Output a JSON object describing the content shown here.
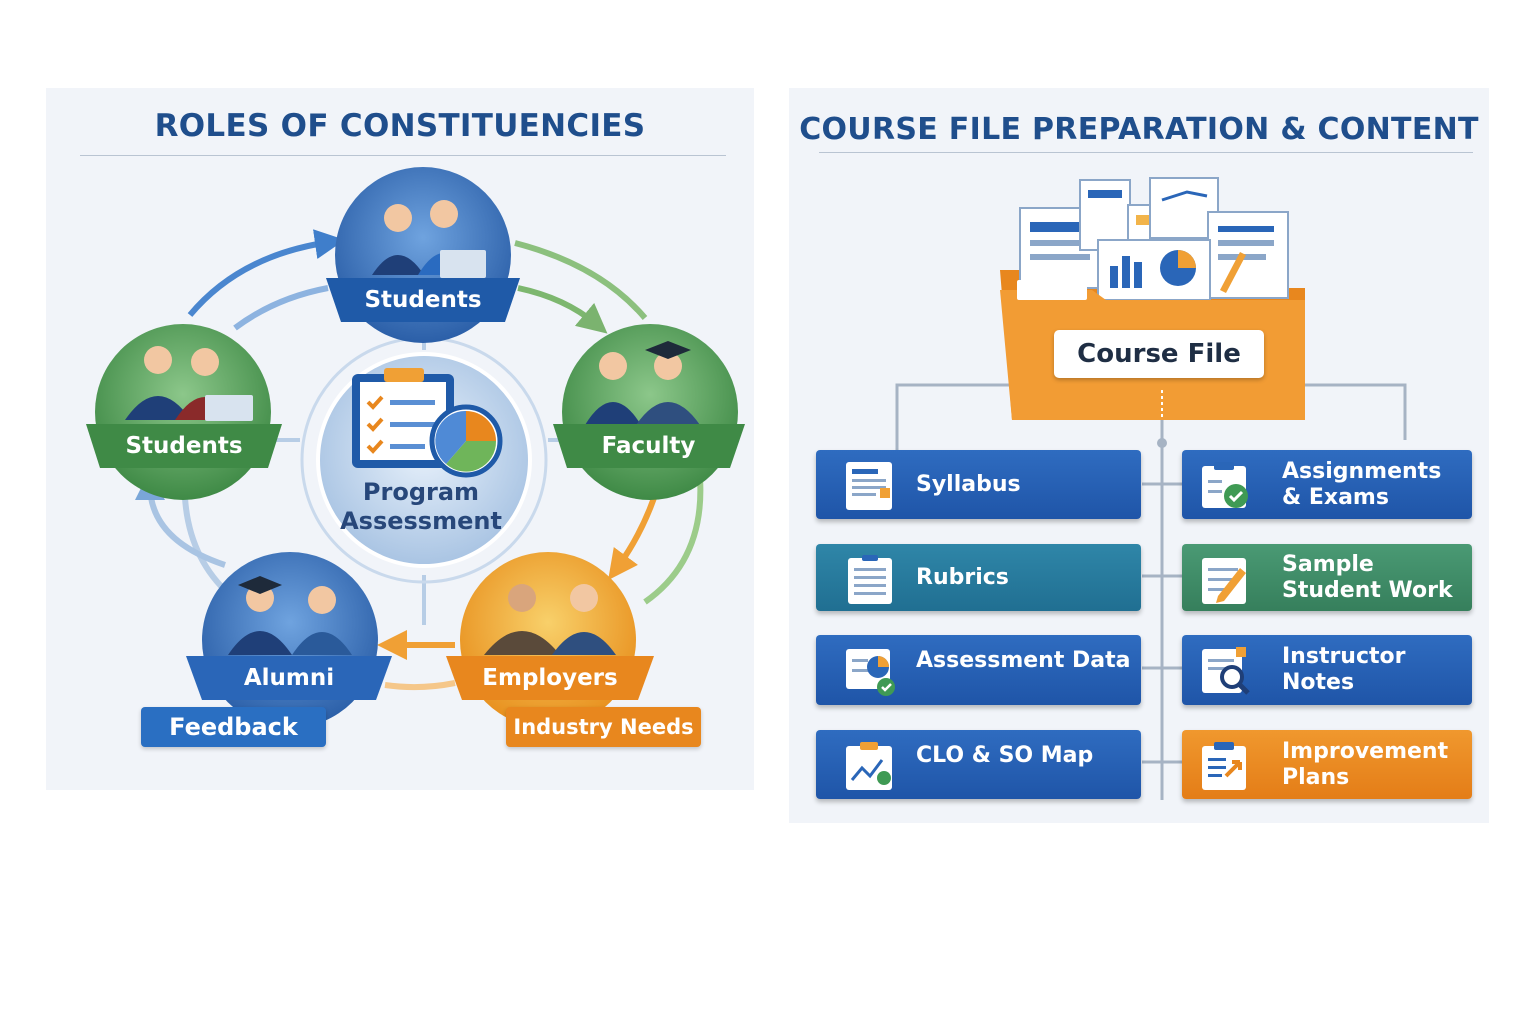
{
  "left": {
    "title": "ROLES OF CONSTITUENCIES",
    "center_label": "Program Assessment",
    "nodes": {
      "top": "Students",
      "left": "Students",
      "right": "Faculty",
      "bottom_left": "Alumni",
      "bottom_right": "Employers"
    },
    "tags": {
      "feedback": "Feedback",
      "industry": "Industry Needs"
    }
  },
  "right": {
    "title": "COURSE FILE PREPARATION & CONTENT",
    "folder_label": "Course File",
    "items": [
      {
        "label": "Syllabus",
        "icon": "document-icon",
        "color": "#2563b6"
      },
      {
        "label": "Assignments\n& Exams",
        "icon": "clipboard-check-icon",
        "color": "#2563b6"
      },
      {
        "label": "Rubrics",
        "icon": "list-icon",
        "color": "#2a7ea3"
      },
      {
        "label": "Sample\nStudent Work",
        "icon": "pencil-document-icon",
        "color": "#3f8f68"
      },
      {
        "label": "Assessment Data",
        "icon": "pie-chart-icon",
        "color": "#2563b6"
      },
      {
        "label": "Instructor\nNotes",
        "icon": "magnifier-icon",
        "color": "#2563b6"
      },
      {
        "label": "CLO & SO Map",
        "icon": "map-icon",
        "color": "#2563b6"
      },
      {
        "label": "Improvement\nPlans",
        "icon": "plan-icon",
        "color": "#e8871e"
      }
    ]
  },
  "colors": {
    "title": "#1f4e8c",
    "blue": "#2563b6",
    "green": "#3f8f44",
    "orange": "#e8871e"
  }
}
